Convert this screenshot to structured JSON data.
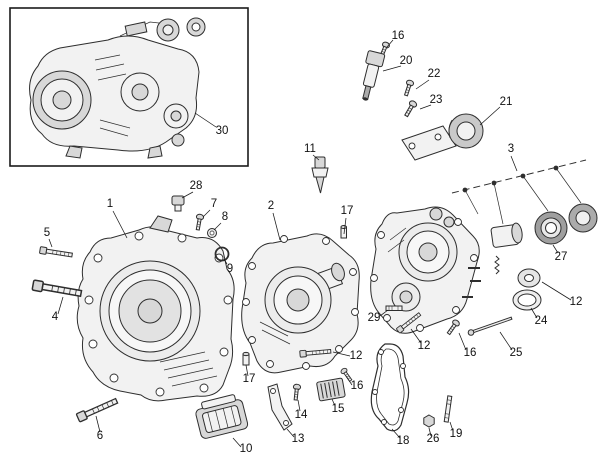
{
  "figure": {
    "type": "exploded-parts-diagram",
    "callouts": [
      {
        "label": "30"
      },
      {
        "label": "16"
      },
      {
        "label": "20"
      },
      {
        "label": "22"
      },
      {
        "label": "23"
      },
      {
        "label": "21"
      },
      {
        "label": "3"
      },
      {
        "label": "11"
      },
      {
        "label": "28"
      },
      {
        "label": "7"
      },
      {
        "label": "8"
      },
      {
        "label": "1"
      },
      {
        "label": "2"
      },
      {
        "label": "17"
      },
      {
        "label": "5"
      },
      {
        "label": "9"
      },
      {
        "label": "27"
      },
      {
        "label": "12"
      },
      {
        "label": "24"
      },
      {
        "label": "4"
      },
      {
        "label": "29"
      },
      {
        "label": "12"
      },
      {
        "label": "12"
      },
      {
        "label": "16"
      },
      {
        "label": "25"
      },
      {
        "label": "17"
      },
      {
        "label": "16"
      },
      {
        "label": "15"
      },
      {
        "label": "14"
      },
      {
        "label": "6"
      },
      {
        "label": "13"
      },
      {
        "label": "10"
      },
      {
        "label": "18"
      },
      {
        "label": "26"
      },
      {
        "label": "19"
      }
    ]
  },
  "colors": {
    "background": "#ffffff",
    "line": "#2e2e2e",
    "fill_light": "#f2f2f2",
    "fill_mid": "#d8d8d8",
    "fill_dark": "#ababab"
  }
}
